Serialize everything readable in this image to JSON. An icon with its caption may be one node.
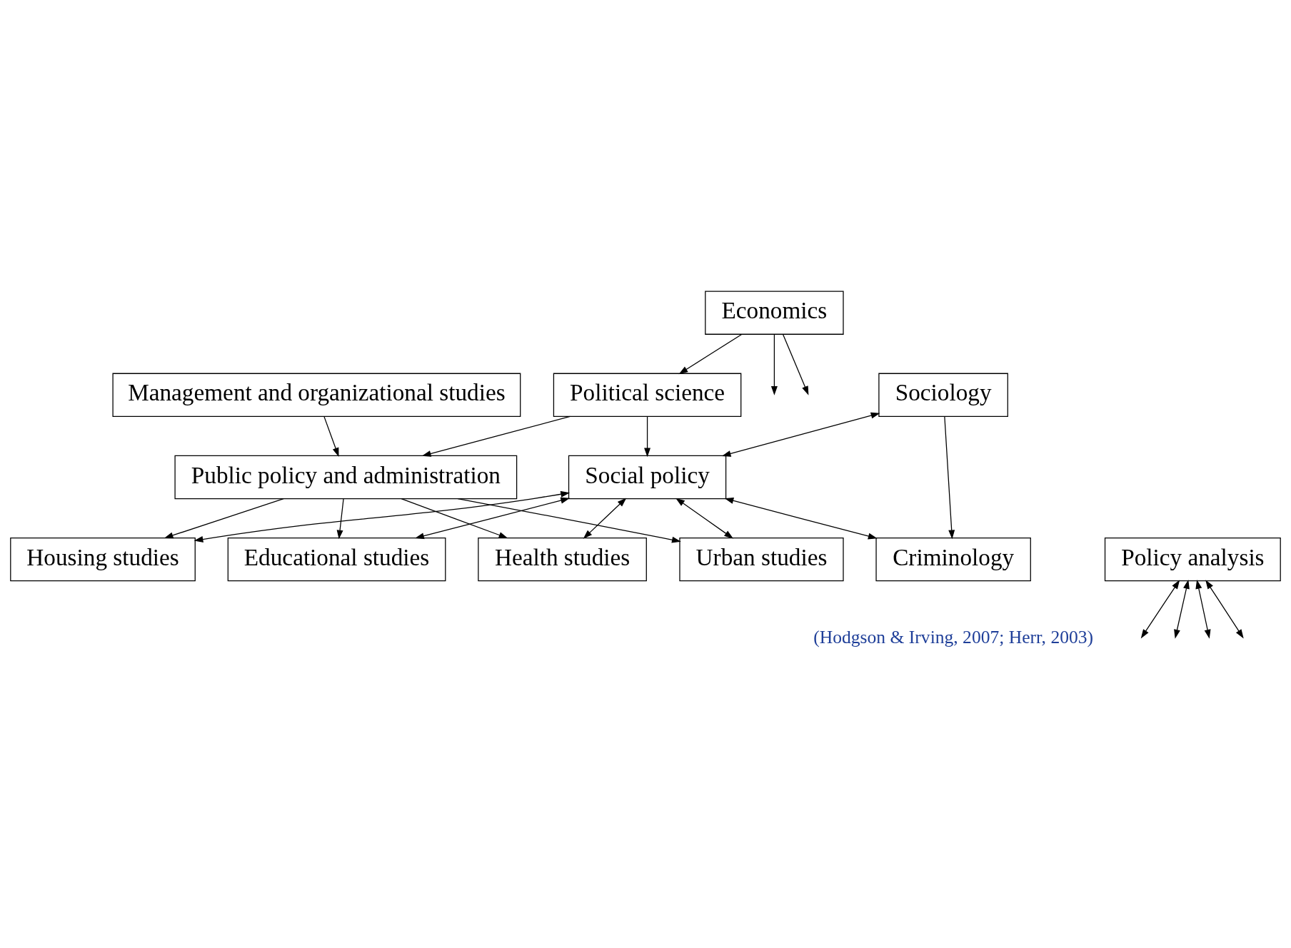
{
  "diagram": {
    "nodes": [
      {
        "text": [
          "Economics"
        ]
      },
      {
        "text": [
          "Political science"
        ]
      },
      {
        "text": [
          "Social policy"
        ]
      },
      {
        "text": [
          "Sociology"
        ]
      },
      {
        "text": [
          "Public policy and administration"
        ]
      },
      {
        "text": [
          "Urban studies"
        ]
      },
      {
        "text": [
          "Criminology"
        ]
      },
      {
        "text": [
          "Policy analysis"
        ]
      },
      {
        "text": [
          "Management and organizational studies"
        ]
      },
      {
        "text": [
          "Housing studies"
        ]
      },
      {
        "text": [
          "Educational studies"
        ]
      },
      {
        "text": [
          "Health studies"
        ]
      }
    ],
    "edges": [
      {
        "from": 0,
        "to": null,
        "arrow": "to"
      },
      {
        "from": 0,
        "to": 1,
        "arrow": "to"
      },
      {
        "from": 0,
        "to": null,
        "arrow": "to"
      },
      {
        "from": 1,
        "to": 4,
        "arrow": "to"
      },
      {
        "from": 1,
        "to": 2,
        "arrow": "to"
      },
      {
        "from": 2,
        "to": 3,
        "arrow": "both"
      },
      {
        "from": 3,
        "to": 6,
        "arrow": "to"
      },
      {
        "from": 2,
        "to": 6,
        "arrow": "both"
      },
      {
        "from": 2,
        "to": 5,
        "arrow": "both"
      },
      {
        "from": 4,
        "to": 5,
        "arrow": "to"
      },
      {
        "from": 8,
        "to": 4,
        "arrow": "to"
      },
      {
        "from": 7,
        "to": null,
        "arrow": "both"
      },
      {
        "from": 7,
        "to": null,
        "arrow": "both"
      },
      {
        "from": 7,
        "to": null,
        "arrow": "both"
      },
      {
        "from": 7,
        "to": null,
        "arrow": "both"
      },
      {
        "from": 4,
        "to": 9,
        "arrow": "to"
      },
      {
        "from": 4,
        "to": 10,
        "arrow": "to"
      },
      {
        "from": 4,
        "to": 11,
        "arrow": "to"
      },
      {
        "from": 2,
        "to": 9,
        "arrow": "both"
      },
      {
        "from": 2,
        "to": 10,
        "arrow": "both"
      },
      {
        "from": 2,
        "to": 11,
        "arrow": "both"
      }
    ],
    "labels": [
      "(Hodgson & Irving, 2007; Herr, 2003)"
    ]
  }
}
